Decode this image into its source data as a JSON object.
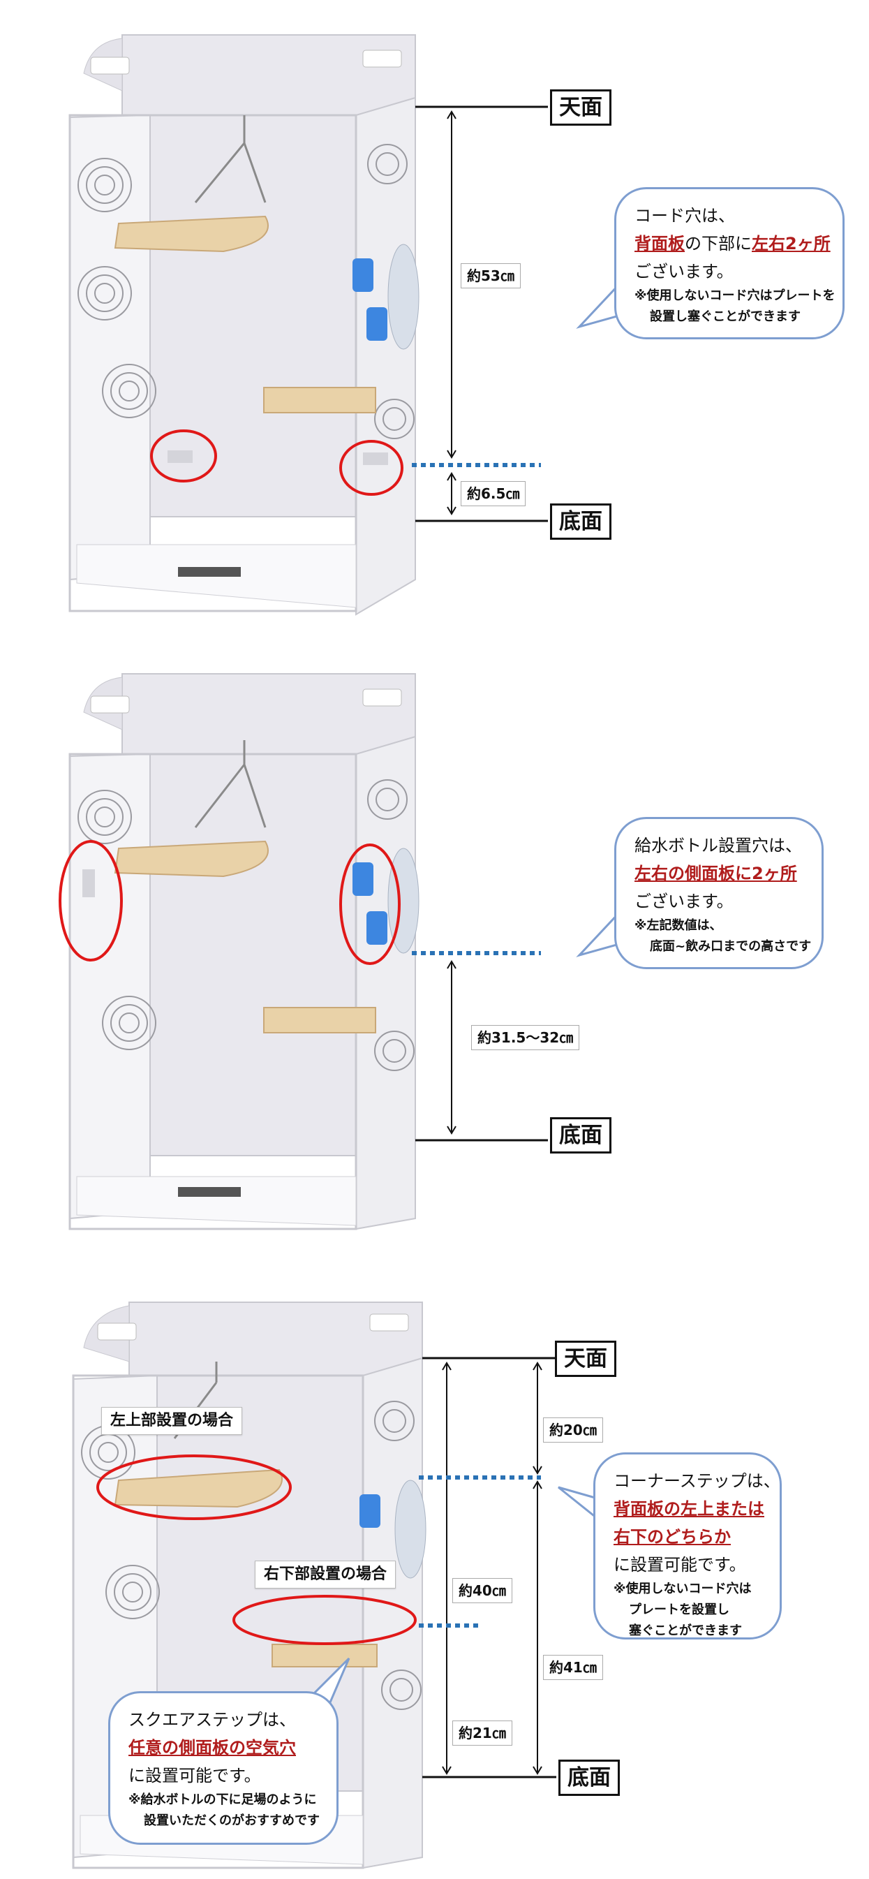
{
  "panel1": {
    "label_top": "天面",
    "label_bottom": "底面",
    "measure_main": "約53㎝",
    "measure_small": "約6.5㎝",
    "bubble": {
      "line1": "コード穴は、",
      "line2_red_a": "背面板",
      "line2_mid": "の下部に",
      "line2_red_b": "左右2ヶ所",
      "line3": "ございます。",
      "note1": "※使用しないコード穴はプレートを",
      "note2": "設置し塞ぐことができます"
    }
  },
  "panel2": {
    "label_bottom": "底面",
    "measure_main": "約31.5～32㎝",
    "bubble": {
      "line1": "給水ボトル設置穴は、",
      "line2_red": "左右の側面板に2ヶ所",
      "line3": "ございます。",
      "note1": "※左記数値は、",
      "note2": "底面~飲み口までの高さです"
    }
  },
  "panel3": {
    "label_top": "天面",
    "label_bottom": "底面",
    "measure_20": "約20㎝",
    "measure_40": "約40㎝",
    "measure_41": "約41㎝",
    "measure_21": "約21㎝",
    "tag_upper_left": "左上部設置の場合",
    "tag_lower_right": "右下部設置の場合",
    "bubble_corner": {
      "line1": "コーナーステップは、",
      "line2_red": "背面板の左上または",
      "line3_red": "右下のどちらか",
      "line4": "に設置可能です。",
      "note1": "※使用しないコード穴は",
      "note2": "プレートを設置し",
      "note3": "塞ぐことができます"
    },
    "bubble_square": {
      "line1": "スクエアステップは、",
      "line2_red": "任意の側面板の空気穴",
      "line3": "に設置可能です。",
      "note1": "※給水ボトルの下に足場のように",
      "note2": "設置いただくのがおすすめです"
    }
  },
  "colors": {
    "red_text": "#b01c1c",
    "bubble_border": "#7e9ed0",
    "dotted_line": "#2a72b5",
    "highlight_circle": "#e01818",
    "wood": "#e9d2a8"
  }
}
